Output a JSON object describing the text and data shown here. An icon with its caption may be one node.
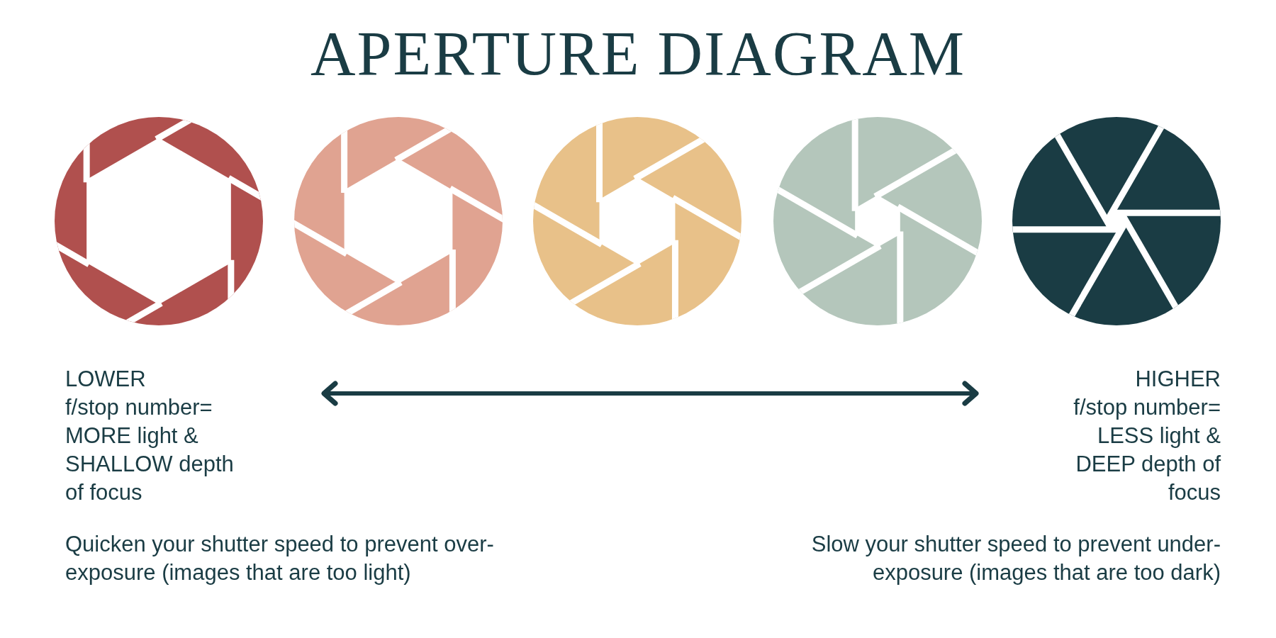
{
  "diagram": {
    "title": "APERTURE DIAGRAM",
    "nodes": [
      {
        "text": [
          "LOWER",
          "f/stop number= MORE light & SHALLOW depth of focus"
        ]
      },
      {
        "text": [
          "HIGHER",
          "f/stop number= LESS light & DEEP depth of focus"
        ]
      }
    ],
    "edges": [
      {
        "from": 0,
        "to": 1,
        "arrow": "both"
      }
    ],
    "labels": [
      "Quicken your shutter speed to prevent over-exposure (images that are too light)",
      "Slow your shutter speed to prevent under-exposure (images that are too dark)"
    ]
  }
}
